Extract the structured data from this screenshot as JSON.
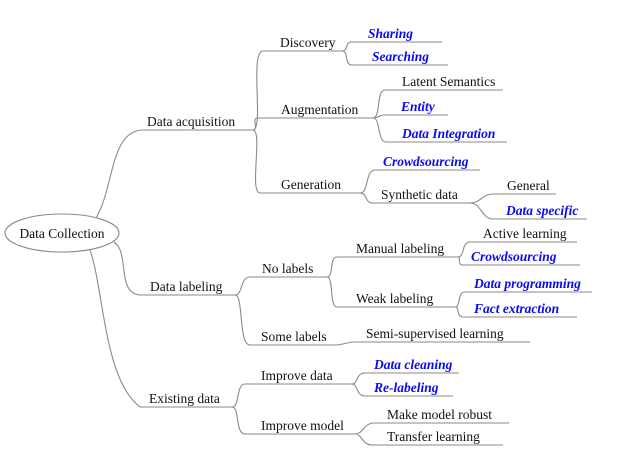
{
  "diagram": {
    "type": "taxonomy-tree",
    "colors": {
      "highlight": "#0a0aee",
      "text": "#111111",
      "line": "#8a8a8a"
    },
    "root": {
      "label": "Data Collection"
    },
    "branches": [
      {
        "label": "Data acquisition",
        "children": [
          {
            "label": "Discovery",
            "children": [
              {
                "label": "Sharing",
                "highlighted": true
              },
              {
                "label": "Searching",
                "highlighted": true
              }
            ]
          },
          {
            "label": "Augmentation",
            "children": [
              {
                "label": "Latent Semantics",
                "highlighted": false
              },
              {
                "label": "Entity",
                "highlighted": true
              },
              {
                "label": "Data Integration",
                "highlighted": true
              }
            ]
          },
          {
            "label": "Generation",
            "children": [
              {
                "label": "Crowdsourcing",
                "highlighted": true
              },
              {
                "label": "Synthetic data",
                "children": [
                  {
                    "label": "General",
                    "highlighted": false
                  },
                  {
                    "label": "Data specific",
                    "highlighted": true
                  }
                ]
              }
            ]
          }
        ]
      },
      {
        "label": "Data labeling",
        "children": [
          {
            "label": "No labels",
            "children": [
              {
                "label": "Manual labeling",
                "children": [
                  {
                    "label": "Active learning",
                    "highlighted": false
                  },
                  {
                    "label": "Crowdsourcing",
                    "highlighted": true
                  }
                ]
              },
              {
                "label": "Weak labeling",
                "children": [
                  {
                    "label": "Data programming",
                    "highlighted": true
                  },
                  {
                    "label": "Fact extraction",
                    "highlighted": true
                  }
                ]
              }
            ]
          },
          {
            "label": "Some labels",
            "children": [
              {
                "label": "Semi-supervised learning",
                "highlighted": false
              }
            ]
          }
        ]
      },
      {
        "label": "Existing data",
        "children": [
          {
            "label": "Improve data",
            "children": [
              {
                "label": "Data cleaning",
                "highlighted": true
              },
              {
                "label": "Re-labeling",
                "highlighted": true
              }
            ]
          },
          {
            "label": "Improve model",
            "children": [
              {
                "label": "Make model robust",
                "highlighted": false
              },
              {
                "label": "Transfer learning",
                "highlighted": false
              }
            ]
          }
        ]
      }
    ]
  }
}
